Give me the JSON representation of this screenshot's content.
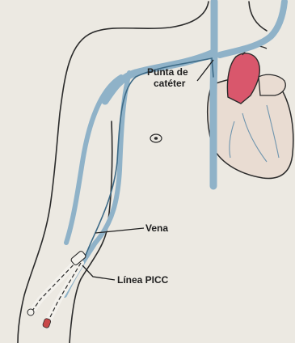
{
  "labels": {
    "catheter_tip_line1": "Punta de",
    "catheter_tip_line2": "catéter",
    "vein": "Vena",
    "picc_line": "Línea PICC"
  },
  "colors": {
    "background": "#ece9e2",
    "vein": "#8fb2c8",
    "vein_dark": "#6f95ae",
    "heart": "#e9dcd2",
    "heart_red": "#d9576c",
    "outline": "#2b2b2b"
  }
}
